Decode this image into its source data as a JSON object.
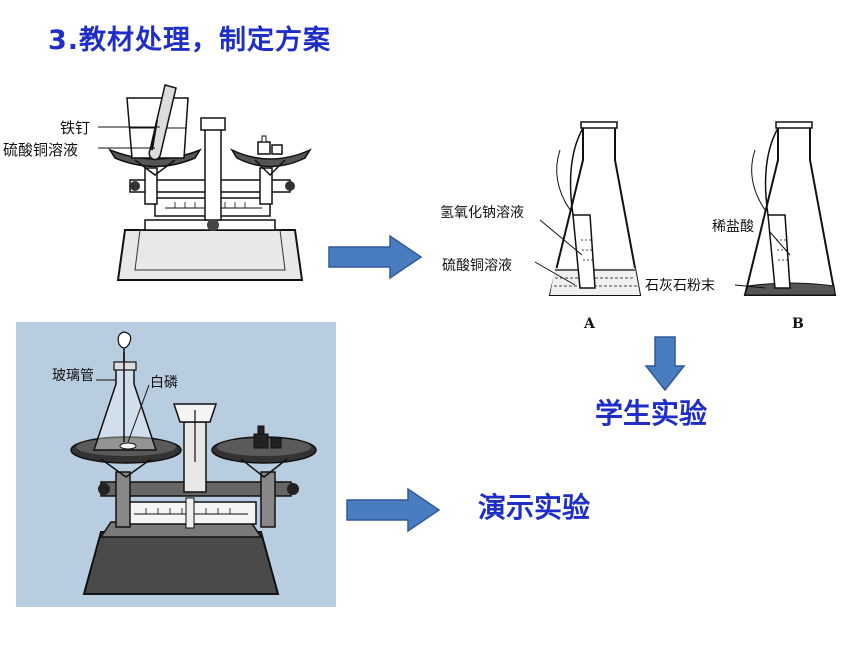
{
  "title": "3.教材处理，制定方案",
  "balance1": {
    "label_nail": "铁钉",
    "label_solution": "硫酸铜溶液"
  },
  "flasks": {
    "label_naoh": "氢氧化钠溶液",
    "label_cuso4": "硫酸铜溶液",
    "label_hcl": "稀盐酸",
    "label_caco3": "石灰石粉末",
    "label_a": "A",
    "label_b": "B"
  },
  "student_label": "学生实验",
  "balance2": {
    "label_tube": "玻璃管",
    "label_phosphorus": "白磷"
  },
  "demo_label": "演示实验",
  "colors": {
    "accent": "#1f2ec8",
    "arrow": "#4a7cc0",
    "panel": "#b9cde0"
  }
}
